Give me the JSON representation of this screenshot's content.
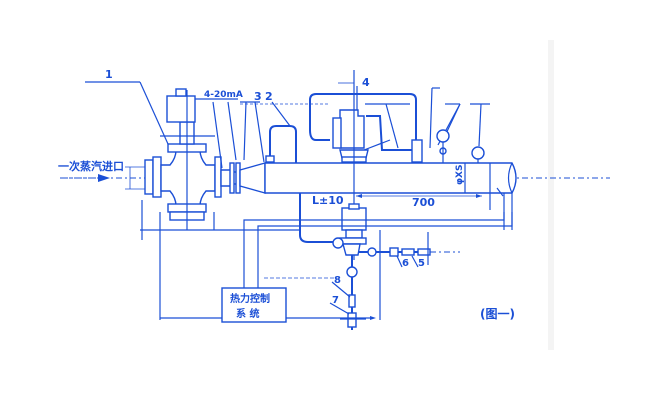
{
  "diagram": {
    "inlet_label": "一次蒸汽进口",
    "signal_label": "4-20mA",
    "part_numbers": {
      "p1": "1",
      "p2": "2",
      "p3": "3",
      "p4": "4",
      "p5": "5",
      "p6": "6",
      "p7": "7",
      "p8": "8"
    },
    "length_tolerance": "L±10",
    "distance": "700",
    "pipe_diameter": "φXS",
    "control_system_line1": "热力控制",
    "control_system_line2": "系  统",
    "figure_caption": "(图一)",
    "color": "#1b4fd6"
  }
}
